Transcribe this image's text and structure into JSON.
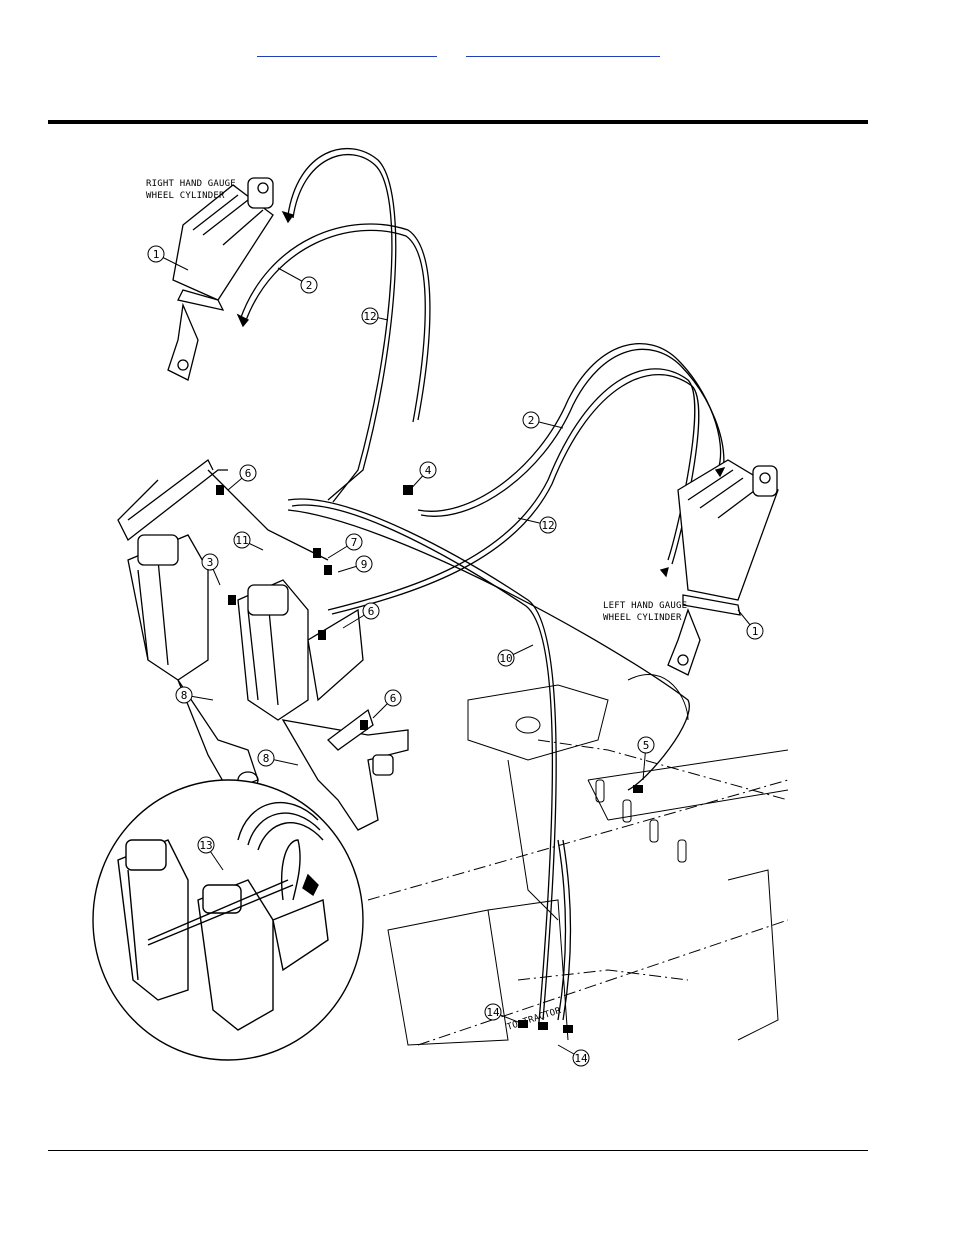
{
  "header": {
    "link_left": "",
    "link_right": ""
  },
  "diagram": {
    "labels": {
      "right_cyl_line1": "RIGHT HAND GAUGE",
      "right_cyl_line2": "WHEEL CYLINDER",
      "left_cyl_line1": "LEFT HAND GAUGE",
      "left_cyl_line2": "WHEEL CYLINDER",
      "to_tractor": "TO TRACTOR"
    },
    "callouts": [
      "1",
      "2",
      "12",
      "2",
      "4",
      "6",
      "12",
      "3",
      "11",
      "7",
      "9",
      "6",
      "1",
      "10",
      "8",
      "6",
      "8",
      "5",
      "13",
      "14",
      "14"
    ]
  }
}
